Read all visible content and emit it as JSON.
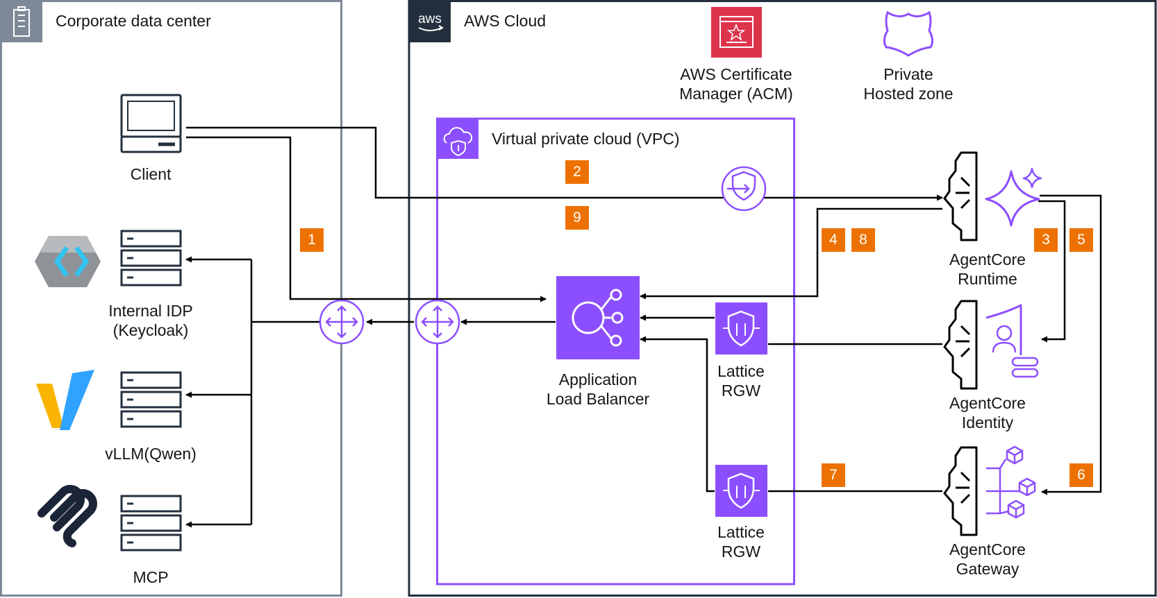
{
  "colors": {
    "corporate_border": "#7d8998",
    "aws_border": "#232f3e",
    "vpc_purple": "#8c4fff",
    "acm_red": "#dd344c",
    "step_orange": "#ed7100",
    "line": "#000000"
  },
  "groups": {
    "corporate": {
      "title": "Corporate data center",
      "icon": "building-icon"
    },
    "aws": {
      "title": "AWS Cloud",
      "icon": "aws-logo-icon",
      "logo_text": "aws"
    },
    "vpc": {
      "title": "Virtual private cloud (VPC)",
      "icon": "vpc-cloud-shield-icon"
    }
  },
  "nodes": {
    "client": {
      "label": [
        "Client"
      ],
      "icon": "desktop-computer-icon"
    },
    "idp": {
      "label": [
        "Internal IDP",
        "(Keycloak)"
      ],
      "icon": "server-icon",
      "logo": "keycloak-logo-icon"
    },
    "vllm": {
      "label": [
        "vLLM(Qwen)"
      ],
      "icon": "server-icon",
      "logo": "vllm-logo-icon"
    },
    "mcp": {
      "label": [
        "MCP"
      ],
      "icon": "server-icon",
      "logo": "mcp-logo-icon"
    },
    "acm": {
      "label": [
        "AWS Certificate",
        "Manager (ACM)"
      ],
      "icon": "certificate-manager-icon"
    },
    "hosted_zone": {
      "label": [
        "Private",
        "Hosted zone"
      ],
      "icon": "shield-outline-icon"
    },
    "alb": {
      "label": [
        "Application",
        "Load Balancer"
      ],
      "icon": "load-balancer-icon"
    },
    "rgw1": {
      "label": [
        "Lattice",
        "RGW"
      ],
      "icon": "lattice-gateway-icon"
    },
    "rgw2": {
      "label": [
        "Lattice",
        "RGW"
      ],
      "icon": "lattice-gateway-icon"
    },
    "runtime": {
      "label": [
        "AgentCore",
        "Runtime"
      ],
      "icon": "agentcore-runtime-icon"
    },
    "identity": {
      "label": [
        "AgentCore",
        "Identity"
      ],
      "icon": "agentcore-identity-icon"
    },
    "gateway": {
      "label": [
        "AgentCore",
        "Gateway"
      ],
      "icon": "agentcore-gateway-icon"
    },
    "router_corp": {
      "icon": "router-icon"
    },
    "router_vpc": {
      "icon": "router-icon"
    },
    "vpc_endpoint": {
      "icon": "vpc-endpoint-icon"
    }
  },
  "steps": {
    "s1": "1",
    "s2": "2",
    "s3": "3",
    "s4": "4",
    "s5": "5",
    "s6": "6",
    "s7": "7",
    "s8": "8",
    "s9": "9"
  }
}
